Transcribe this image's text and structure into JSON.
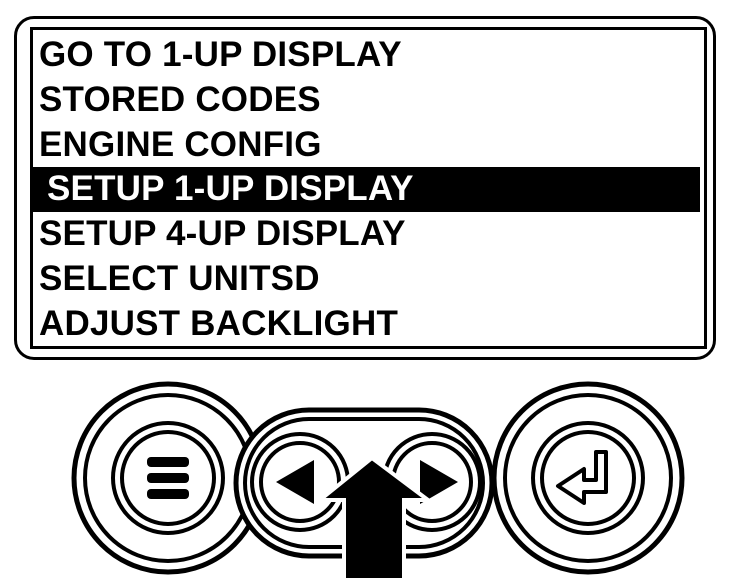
{
  "menu": {
    "items": [
      {
        "label": "GO TO 1-UP DISPLAY",
        "selected": false
      },
      {
        "label": "STORED CODES",
        "selected": false
      },
      {
        "label": "ENGINE CONFIG",
        "selected": false
      },
      {
        "label": "SETUP 1-UP DISPLAY",
        "selected": true
      },
      {
        "label": "SETUP 4-UP DISPLAY",
        "selected": false
      },
      {
        "label": "SELECT UNITSD",
        "selected": false
      },
      {
        "label": "ADJUST BACKLIGHT",
        "selected": false
      }
    ]
  },
  "buttons": {
    "menu": {
      "icon": "menu-lines-icon"
    },
    "left": {
      "icon": "arrow-left-icon"
    },
    "right": {
      "icon": "arrow-right-icon"
    },
    "enter": {
      "icon": "enter-return-icon"
    }
  },
  "pointer": {
    "icon": "arrow-up-pointer-icon",
    "target": "arrow-pair-button"
  },
  "colors": {
    "foreground": "#000000",
    "background": "#ffffff"
  }
}
